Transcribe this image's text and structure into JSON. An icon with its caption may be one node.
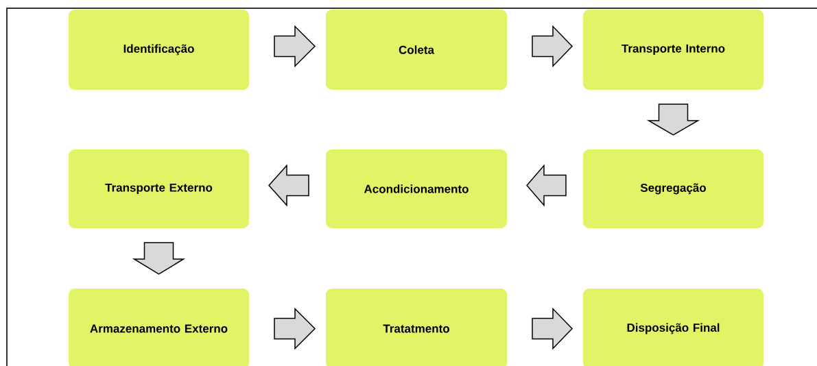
{
  "diagram": {
    "nodes": [
      {
        "text": [
          "Identificação"
        ]
      },
      {
        "text": [
          "Coleta"
        ]
      },
      {
        "text": [
          "Transporte Interno"
        ]
      },
      {
        "text": [
          "Segregação"
        ]
      },
      {
        "text": [
          "Acondicionamento"
        ]
      },
      {
        "text": [
          "Transporte Externo"
        ]
      },
      {
        "text": [
          "Armazenamento Externo"
        ]
      },
      {
        "text": [
          "Tratatmento"
        ]
      },
      {
        "text": [
          "Disposição Final"
        ]
      }
    ],
    "edges": [
      {
        "from": 0,
        "to": 1,
        "arrow": "to"
      },
      {
        "from": 1,
        "to": 2,
        "arrow": "to"
      },
      {
        "from": 2,
        "to": 3,
        "arrow": "to"
      },
      {
        "from": 3,
        "to": 4,
        "arrow": "to"
      },
      {
        "from": 4,
        "to": 5,
        "arrow": "to"
      },
      {
        "from": 5,
        "to": 6,
        "arrow": "to"
      },
      {
        "from": 6,
        "to": 7,
        "arrow": "to"
      },
      {
        "from": 7,
        "to": 8,
        "arrow": "to"
      }
    ]
  }
}
